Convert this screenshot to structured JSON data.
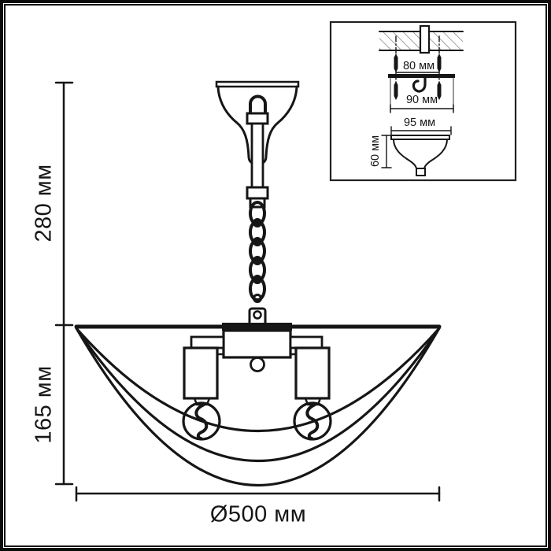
{
  "colors": {
    "background": "#ffffff",
    "line": "#161616"
  },
  "main": {
    "dim_height_upper": "280 мм",
    "dim_height_lower": "165 мм",
    "dim_diameter": "Ø500 мм"
  },
  "inset": {
    "dim_anchor_spacing": "80 мм",
    "dim_plate_width": "90 мм",
    "dim_canopy_width": "95 мм",
    "dim_canopy_height": "60 мм"
  }
}
